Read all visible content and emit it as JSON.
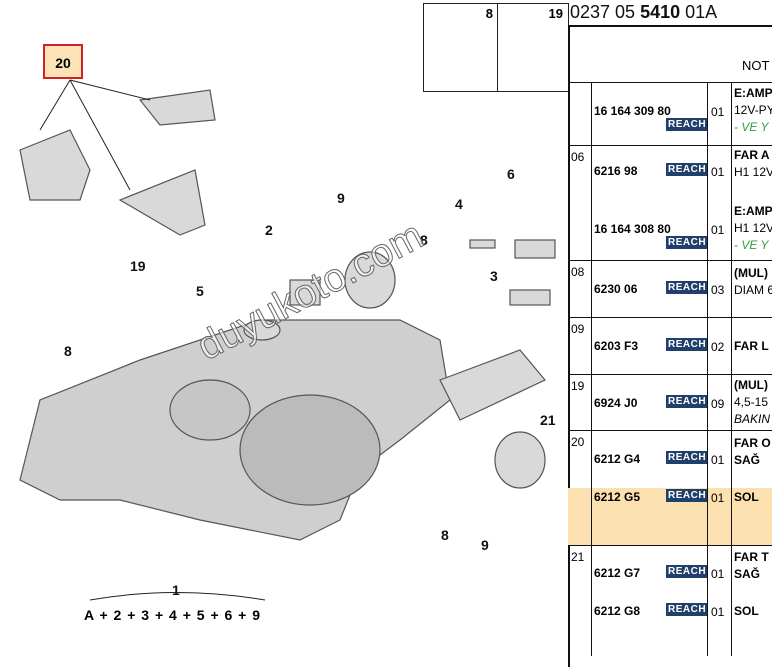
{
  "diagram": {
    "selected_ref": "20",
    "callouts": [
      "8",
      "19",
      "2",
      "9",
      "4",
      "6",
      "5",
      "8",
      "3",
      "21",
      "8",
      "9",
      "19",
      "1",
      "8"
    ],
    "formula": "A + 2 + 3 + 4 + 5 + 6 + 9",
    "thumbs": [
      "8",
      "19"
    ],
    "watermark": "duyukoto.com"
  },
  "table": {
    "title_prefix": "0237 05 ",
    "title_bold": "5410",
    "title_suffix": " 01A",
    "header_note": "NOT",
    "reach_label": "REACH",
    "rows": [
      {
        "ref": "",
        "parts": [
          {
            "pn": "16 164 309 80",
            "qty": "01",
            "lines": [
              "E:AMP",
              "12V-PY",
              "- VE Y"
            ]
          }
        ]
      },
      {
        "ref": "06",
        "parts": [
          {
            "pn": "6216 98",
            "qty": "01",
            "lines": [
              "FAR A",
              "H1 12V"
            ]
          },
          {
            "pn": "16 164 308 80",
            "qty": "01",
            "lines": [
              "E:AMP",
              "H1 12V",
              "- VE Y"
            ]
          }
        ]
      },
      {
        "ref": "08",
        "parts": [
          {
            "pn": "6230 06",
            "qty": "03",
            "lines": [
              "(MUL)",
              "DIAM 6"
            ]
          }
        ]
      },
      {
        "ref": "09",
        "parts": [
          {
            "pn": "6203 F3",
            "qty": "02",
            "lines": [
              "FAR L"
            ]
          }
        ]
      },
      {
        "ref": "19",
        "parts": [
          {
            "pn": "6924 J0",
            "qty": "09",
            "lines": [
              "(MUL)",
              "4,5-15",
              "BAKIN"
            ]
          }
        ]
      },
      {
        "ref": "20",
        "parts": [
          {
            "pn": "6212 G4",
            "qty": "01",
            "lines": [
              "FAR O",
              "SAĞ"
            ]
          },
          {
            "pn": "6212 G5",
            "qty": "01",
            "lines": [
              "SOL"
            ]
          }
        ]
      },
      {
        "ref": "21",
        "parts": [
          {
            "pn": "6212 G7",
            "qty": "01",
            "lines": [
              "FAR T",
              "SAĞ"
            ]
          },
          {
            "pn": "6212 G8",
            "qty": "01",
            "lines": [
              "SOL"
            ]
          }
        ]
      }
    ]
  }
}
